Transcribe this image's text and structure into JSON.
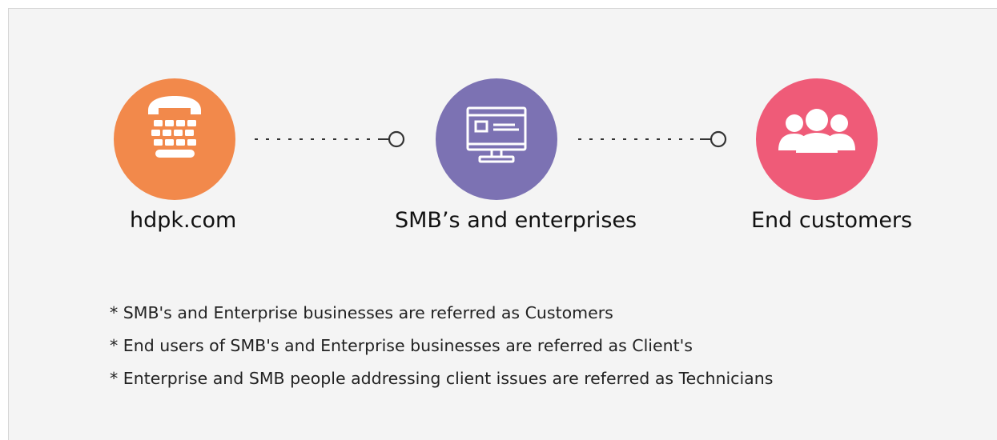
{
  "colors": {
    "background": "#f4f4f4",
    "node_1": "#f2894b",
    "node_2": "#7c72b3",
    "node_3": "#ef5b78",
    "connector": "#333333",
    "icon": "#ffffff"
  },
  "nodes": [
    {
      "label": "hdpk.com",
      "icon": "telephone-icon"
    },
    {
      "label": "SMB’s and enterprises",
      "icon": "monitor-icon"
    },
    {
      "label": "End customers",
      "icon": "users-group-icon"
    }
  ],
  "notes": [
    "* SMB's and Enterprise businesses are referred as Customers",
    "* End users of SMB's and Enterprise businesses are referred as Client's",
    "* Enterprise and SMB people addressing client issues are referred as Technicians"
  ]
}
